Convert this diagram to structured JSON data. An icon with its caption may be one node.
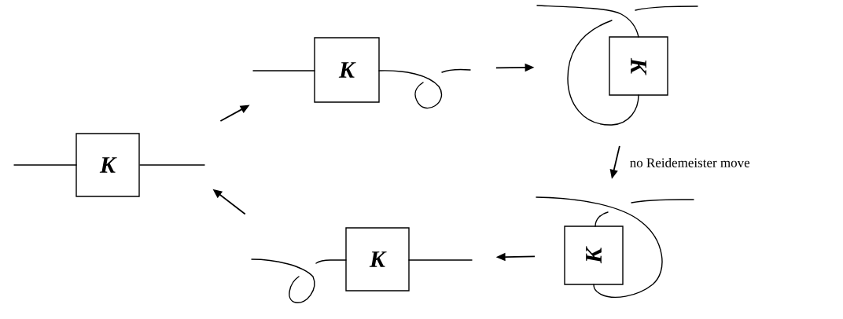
{
  "diagram": {
    "nodes": [
      {
        "text": [
          "K"
        ]
      },
      {
        "text": [
          "K"
        ]
      },
      {
        "text": [
          "K"
        ]
      },
      {
        "text": [
          "K"
        ]
      },
      {
        "text": [
          "K"
        ]
      }
    ],
    "edges": [
      {
        "from": 0,
        "to": 1,
        "arrow": "to"
      },
      {
        "from": 1,
        "to": 2,
        "arrow": "to"
      },
      {
        "from": 2,
        "to": 3,
        "arrow": "to",
        "label": "no Reidemeister move"
      },
      {
        "from": 3,
        "to": 4,
        "arrow": "to"
      },
      {
        "from": 4,
        "to": 0,
        "arrow": "to"
      }
    ]
  }
}
